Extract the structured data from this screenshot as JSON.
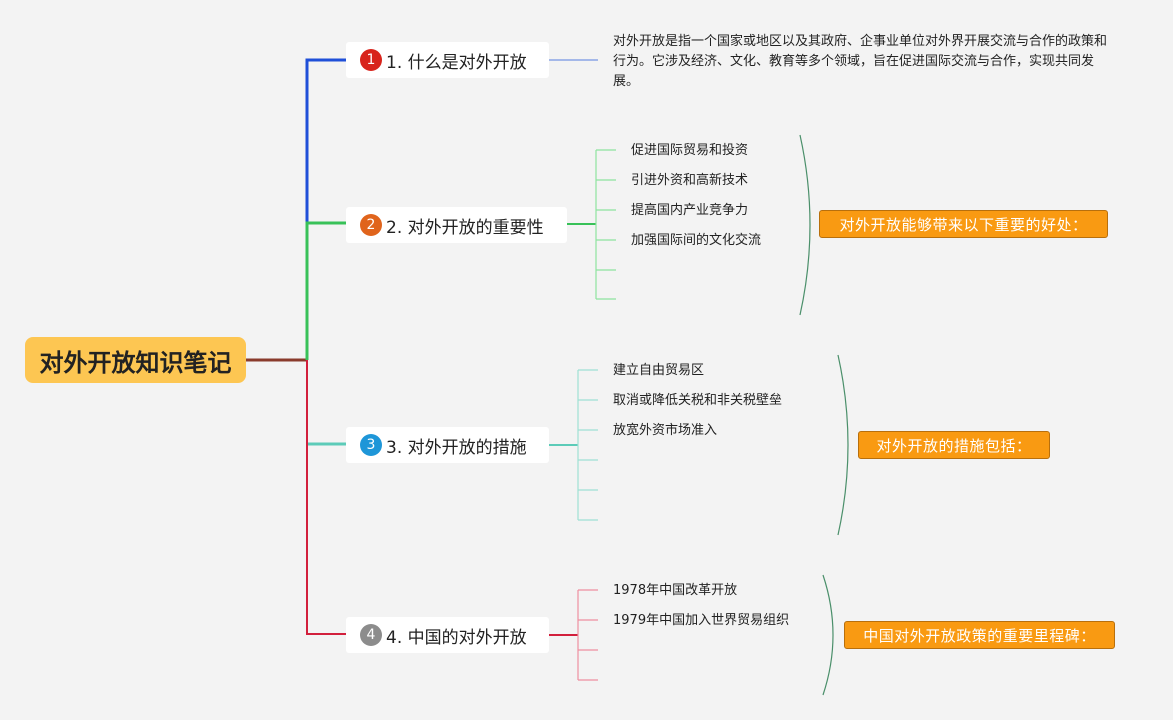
{
  "root": {
    "title": "对外开放知识笔记"
  },
  "colors": {
    "root_fill": "#fdc652",
    "connector_root": "#8a3b2c",
    "branch1": "#1f4fd8",
    "branch2": "#38c158",
    "branch3": "#5ccbb8",
    "branch4": "#d21f3c",
    "summary_fill": "#f99a12"
  },
  "branches": [
    {
      "number": "1",
      "label": "1. 什么是对外开放",
      "badge_color": "#d8241c",
      "description": "对外开放是指一个国家或地区以及其政府、企事业单位对外界开展交流与合作的政策和行为。它涉及经济、文化、教育等多个领域，旨在促进国际交流与合作，实现共同发展。"
    },
    {
      "number": "2",
      "label": "2. 对外开放的重要性",
      "badge_color": "#e0641c",
      "items": [
        "促进国际贸易和投资",
        "引进外资和高新技术",
        "提高国内产业竞争力",
        "加强国际间的文化交流",
        "",
        ""
      ],
      "summary": "对外开放能够带来以下重要的好处："
    },
    {
      "number": "3",
      "label": "3. 对外开放的措施",
      "badge_color": "#1e96d8",
      "items": [
        "建立自由贸易区",
        "取消或降低关税和非关税壁垒",
        "放宽外资市场准入",
        "",
        "",
        ""
      ],
      "summary": "对外开放的措施包括："
    },
    {
      "number": "4",
      "label": "4. 中国的对外开放",
      "badge_color": "#8c8c8c",
      "items": [
        "1978年中国改革开放",
        "1979年中国加入世界贸易组织",
        "",
        ""
      ],
      "summary": "中国对外开放政策的重要里程碑："
    }
  ]
}
